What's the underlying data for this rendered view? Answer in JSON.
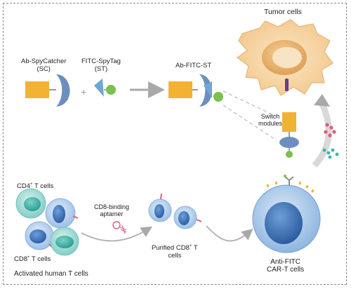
{
  "labels": {
    "tumor_cells": "Tumor cells",
    "sc_line1": "Ab-SpyCatcher",
    "sc_line2": "(SC)",
    "st_line1": "FITC-SpyTag",
    "st_line2": "(ST)",
    "ab_fitc_st": "Ab-FITC-ST",
    "switch_line1": "Switch",
    "switch_line2": "modules",
    "cd4_pre": "CD4",
    "cd4_sup": "+",
    "cd4_post": " T cells",
    "cd8_pre": "CD8",
    "cd8_sup": "+",
    "cd8_post": " T cells",
    "activated": "Activated human T cells",
    "aptamer_line1": "CD8-binding",
    "aptamer_line2": "aptamer",
    "purified_pre": "Purified CD8",
    "purified_sup": "+",
    "purified_post": " T",
    "purified_line2": "cells",
    "car_line1": "Anti-FITC",
    "car_line2": "CAR-T cells",
    "plus_sign": "+"
  },
  "colors": {
    "antibody_orange": "#f2b233",
    "catcher_blue": "#6d8fbf",
    "fitc_green": "#7cc04f",
    "tag_blue": "#6fa7d6",
    "arrow_gray": "#a9a9a9",
    "tumor_outer": "#f7dcae",
    "tumor_nucleus": "#e8b772",
    "cell_teal": "#8fd4cf",
    "cell_blue": "#9fc3e8",
    "nucleus_blue": "#3e6fb5",
    "receptor_purple": "#6a3c8c",
    "cytokine_pink": "#e05d7a",
    "cytokine_teal": "#3bb7a9"
  }
}
